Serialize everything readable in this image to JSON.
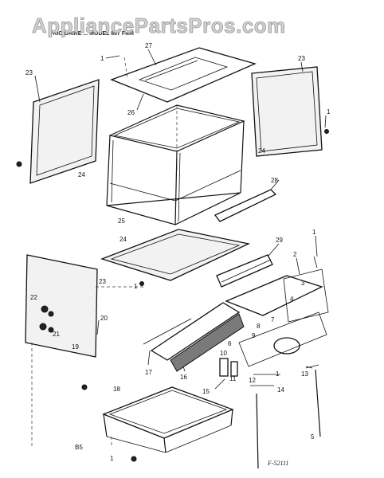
{
  "watermark": "AppliancePartsPros.com",
  "header_text": "FRIGIDAIRE ... MODEL 867 FMR",
  "corner_label": "B5",
  "stamp": "F-52111",
  "callouts": [
    "1",
    "27",
    "23",
    "23",
    "26",
    "1",
    "24",
    "24",
    "25",
    "28",
    "24",
    "29",
    "2",
    "1",
    "23",
    "1",
    "3",
    "22",
    "4",
    "21",
    "20",
    "7",
    "8",
    "9",
    "6",
    "19",
    "10",
    "17",
    "16",
    "11",
    "1",
    "13",
    "18",
    "15",
    "12",
    "14",
    "1",
    "5"
  ]
}
